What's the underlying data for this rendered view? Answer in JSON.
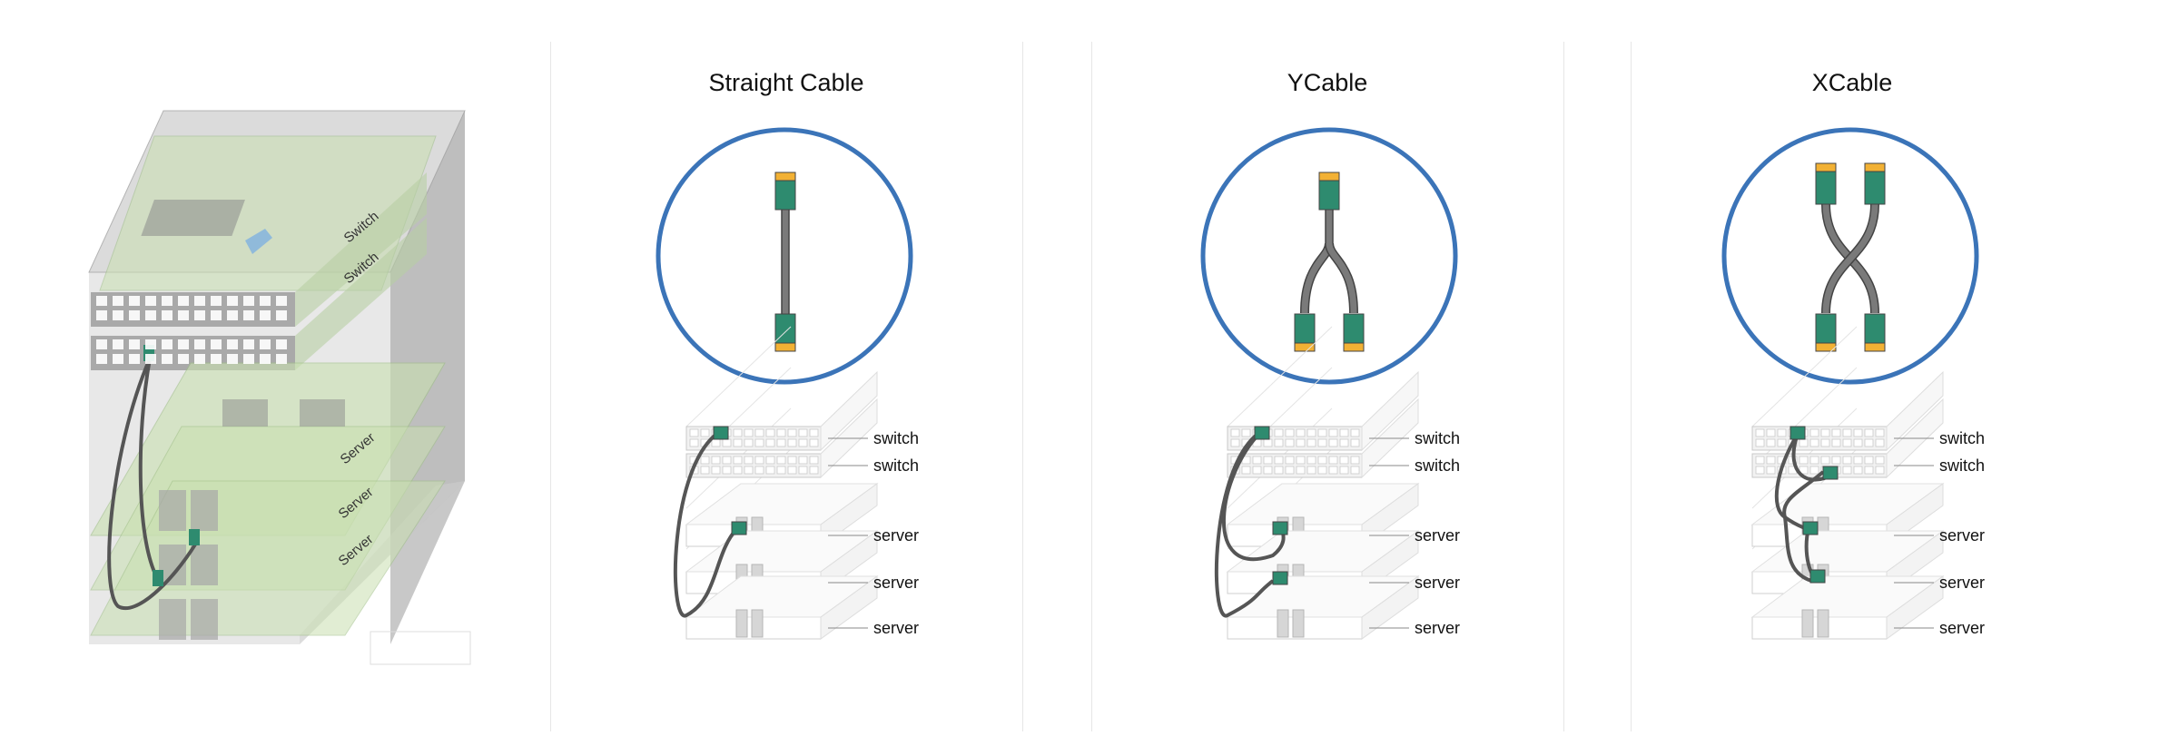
{
  "panels": [
    {
      "title": "Straight Cable",
      "labels": [
        "switch",
        "switch",
        "server",
        "server",
        "server"
      ]
    },
    {
      "title": "YCable",
      "labels": [
        "switch",
        "switch",
        "server",
        "server",
        "server"
      ]
    },
    {
      "title": "XCable",
      "labels": [
        "switch",
        "switch",
        "server",
        "server",
        "server"
      ]
    }
  ],
  "rack": {
    "labels": [
      "Switch",
      "Switch",
      "Server",
      "Server",
      "Server"
    ]
  },
  "colors": {
    "circle": "#3b74b8",
    "connector": "#2e8b6f",
    "tip": "#f2b134",
    "cable": "#6f6f6f",
    "board": "#c9e0b0"
  }
}
